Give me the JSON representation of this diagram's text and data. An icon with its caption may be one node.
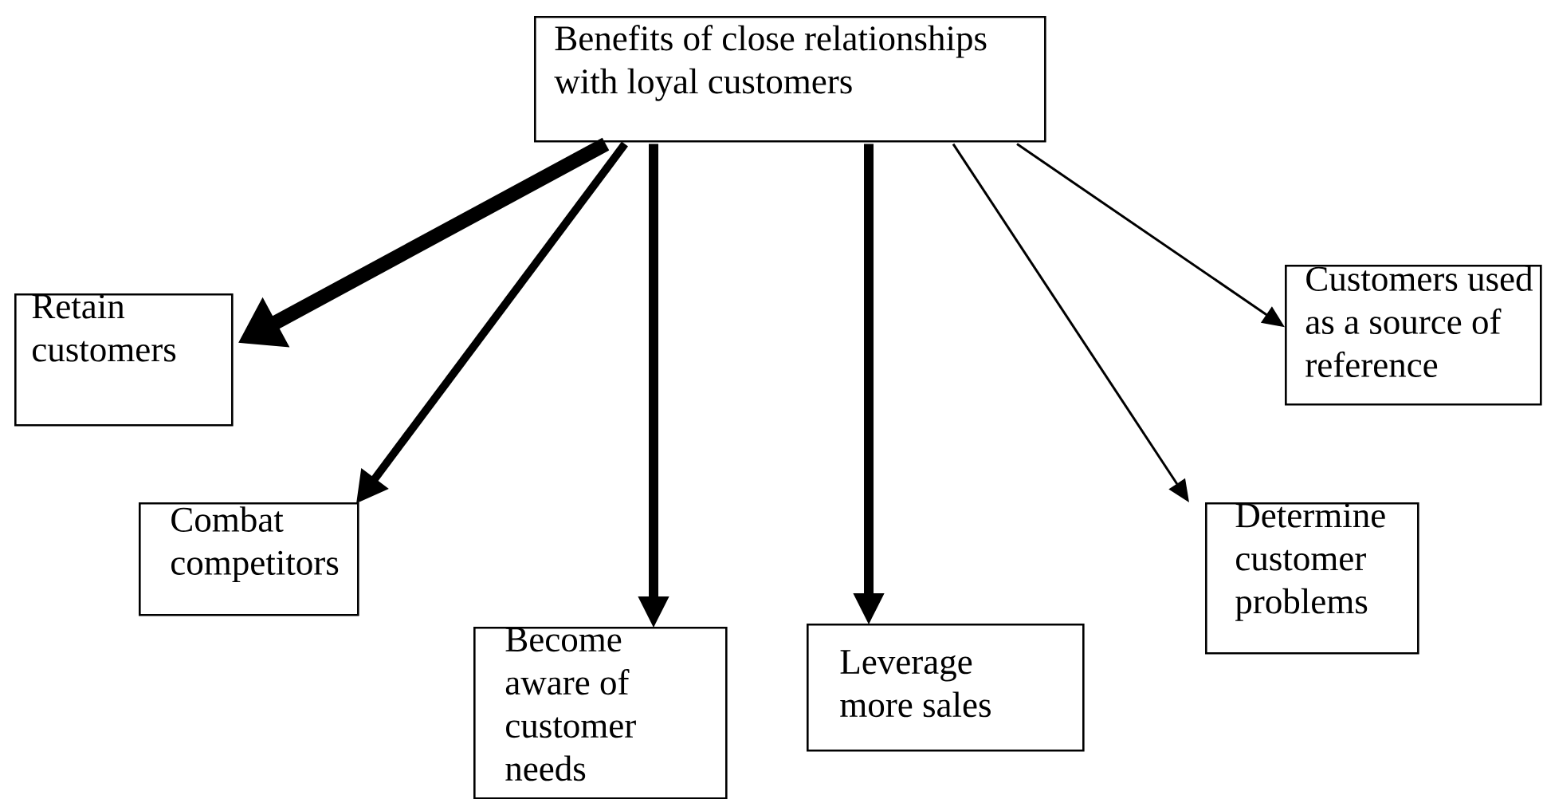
{
  "diagram": {
    "nodes": [
      {
        "text": [
          "Benefits of close relationships with  loyal customers"
        ]
      },
      {
        "text": [
          "Retain customers"
        ]
      },
      {
        "text": [
          "Combat competitors"
        ]
      },
      {
        "text": [
          "Become aware of customer needs"
        ]
      },
      {
        "text": [
          "Leverage more sales"
        ]
      },
      {
        "text": [
          "Determine customer problems"
        ]
      },
      {
        "text": [
          "Customers used as a source of reference"
        ]
      }
    ],
    "edges": [
      {
        "from": 0,
        "to": 1,
        "arrow": "to",
        "style": "thick"
      },
      {
        "from": 0,
        "to": 2,
        "arrow": "to"
      },
      {
        "from": 0,
        "to": 3,
        "arrow": "to"
      },
      {
        "from": 0,
        "to": 4,
        "arrow": "to"
      },
      {
        "from": 0,
        "to": 5,
        "arrow": "to"
      },
      {
        "from": 0,
        "to": 6,
        "arrow": "to"
      }
    ]
  }
}
